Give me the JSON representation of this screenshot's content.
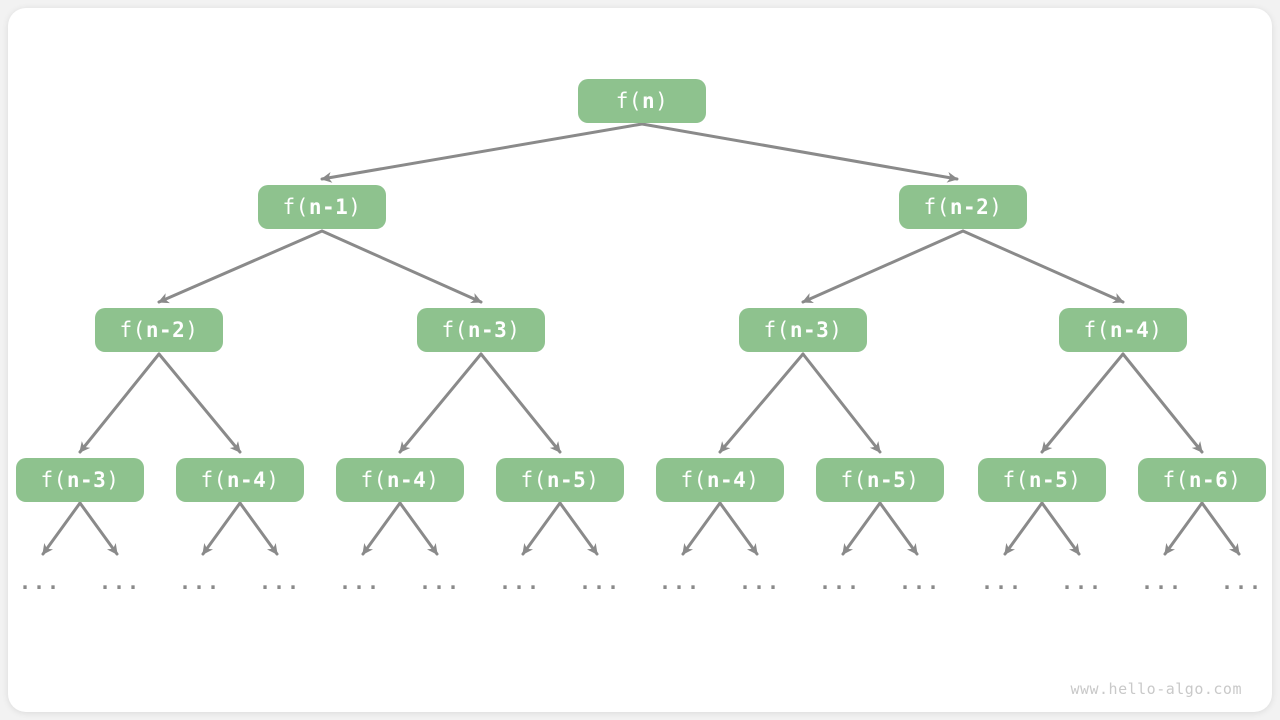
{
  "watermark": "www.hello-algo.com",
  "colors": {
    "node_fill": "#8EC28E",
    "node_text": "#FFFFFF",
    "arrow": "#8A8A8A",
    "ellipsis": "#8A8A8A",
    "watermark": "#C9C9C9",
    "card_bg": "#FFFFFF",
    "page_bg": "#F2F2F2"
  },
  "tree": {
    "description": "recursion tree",
    "ellipsis": "...",
    "nodes": [
      {
        "level": 1,
        "label": "f(n)",
        "prefix": "f(",
        "arg": "n",
        "suffix": ")"
      },
      {
        "level": 2,
        "label": "f(n-1)",
        "prefix": "f(",
        "arg": "n-1",
        "suffix": ")"
      },
      {
        "level": 2,
        "label": "f(n-2)",
        "prefix": "f(",
        "arg": "n-2",
        "suffix": ")"
      },
      {
        "level": 3,
        "label": "f(n-2)",
        "prefix": "f(",
        "arg": "n-2",
        "suffix": ")"
      },
      {
        "level": 3,
        "label": "f(n-3)",
        "prefix": "f(",
        "arg": "n-3",
        "suffix": ")"
      },
      {
        "level": 3,
        "label": "f(n-3)",
        "prefix": "f(",
        "arg": "n-3",
        "suffix": ")"
      },
      {
        "level": 3,
        "label": "f(n-4)",
        "prefix": "f(",
        "arg": "n-4",
        "suffix": ")"
      },
      {
        "level": 4,
        "label": "f(n-3)",
        "prefix": "f(",
        "arg": "n-3",
        "suffix": ")"
      },
      {
        "level": 4,
        "label": "f(n-4)",
        "prefix": "f(",
        "arg": "n-4",
        "suffix": ")"
      },
      {
        "level": 4,
        "label": "f(n-4)",
        "prefix": "f(",
        "arg": "n-4",
        "suffix": ")"
      },
      {
        "level": 4,
        "label": "f(n-5)",
        "prefix": "f(",
        "arg": "n-5",
        "suffix": ")"
      },
      {
        "level": 4,
        "label": "f(n-4)",
        "prefix": "f(",
        "arg": "n-4",
        "suffix": ")"
      },
      {
        "level": 4,
        "label": "f(n-5)",
        "prefix": "f(",
        "arg": "n-5",
        "suffix": ")"
      },
      {
        "level": 4,
        "label": "f(n-5)",
        "prefix": "f(",
        "arg": "n-5",
        "suffix": ")"
      },
      {
        "level": 4,
        "label": "f(n-6)",
        "prefix": "f(",
        "arg": "n-6",
        "suffix": ")"
      }
    ]
  }
}
